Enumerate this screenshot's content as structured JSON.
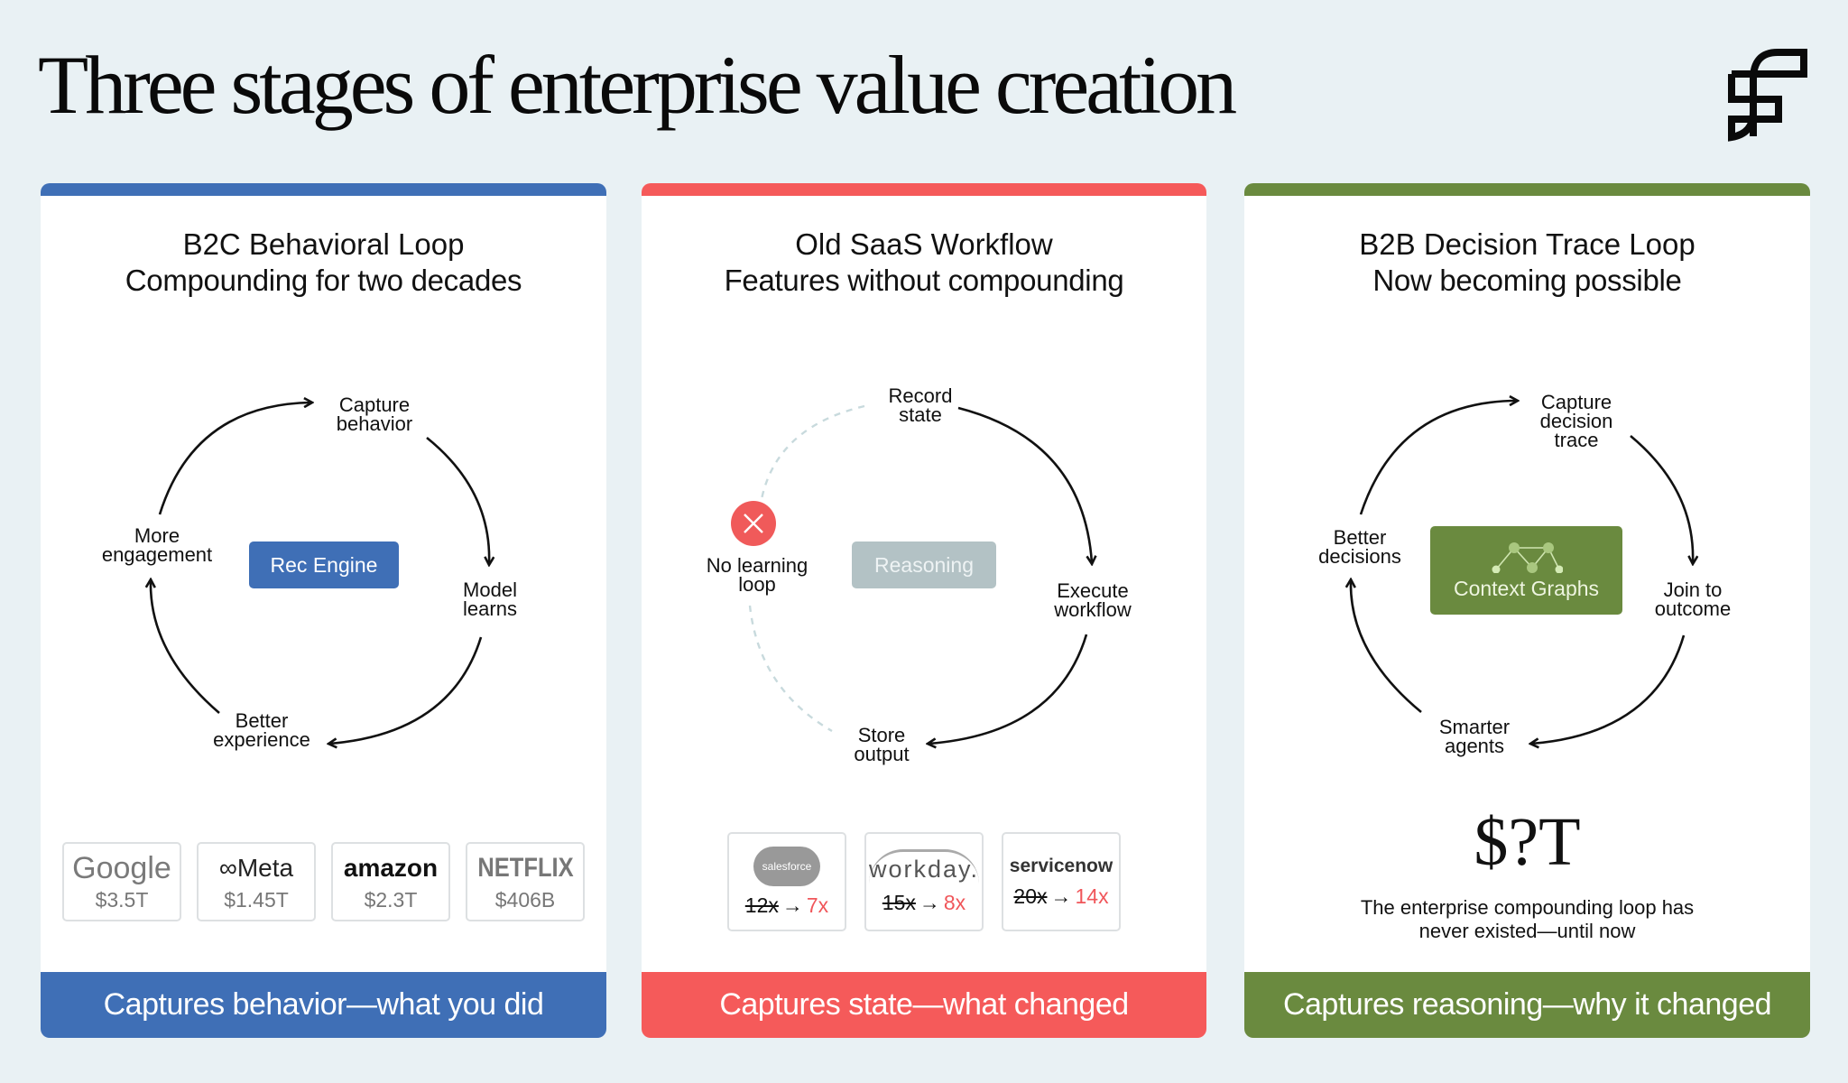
{
  "page": {
    "title": "Three stages of enterprise value creation",
    "logo_icon": "brand-logo-icon"
  },
  "colors": {
    "background": "#e9f1f4",
    "blue": "#3f6fb6",
    "red": "#f55a5a",
    "green": "#6a8a3f",
    "gray_box": "#b3c2c5",
    "dashed": "#c8dadd"
  },
  "cards": [
    {
      "title": "B2C Behavioral Loop",
      "subtitle": "Compounding for two decades",
      "center_label": "Rec Engine",
      "nodes": {
        "top": [
          "Capture",
          "behavior"
        ],
        "right": [
          "Model",
          "learns"
        ],
        "bottom": [
          "Better",
          "experience"
        ],
        "left": [
          "More",
          "engagement"
        ]
      },
      "companies": [
        {
          "brand": "Google",
          "value": "$3.5T"
        },
        {
          "brand": "∞Meta",
          "value": "$1.45T"
        },
        {
          "brand": "amazon",
          "value": "$2.3T"
        },
        {
          "brand": "NETFLIX",
          "value": "$406B"
        }
      ],
      "band": "Captures behavior—what you did"
    },
    {
      "title": "Old SaaS Workflow",
      "subtitle": "Features without compounding",
      "center_label": "Reasoning",
      "nodes": {
        "top": [
          "Record",
          "state"
        ],
        "right": [
          "Execute",
          "workflow"
        ],
        "bottom": [
          "Store",
          "output"
        ],
        "left": [
          "No learning",
          "loop"
        ]
      },
      "broken_icon": "x-circle-icon",
      "companies": [
        {
          "brand": "salesforce",
          "old": "12x",
          "arrow": "→",
          "new": "7x"
        },
        {
          "brand": "workday.",
          "old": "15x",
          "arrow": "→",
          "new": "8x"
        },
        {
          "brand": "servicenow",
          "old": "20x",
          "arrow": "→",
          "new": "14x"
        }
      ],
      "band": "Captures state—what changed"
    },
    {
      "title": "B2B Decision Trace Loop",
      "subtitle": "Now becoming possible",
      "center_label": "Context Graphs",
      "center_icon": "graph-network-icon",
      "nodes": {
        "top": [
          "Capture",
          "decision",
          "trace"
        ],
        "right": [
          "Join to",
          "outcome"
        ],
        "bottom": [
          "Smarter",
          "agents"
        ],
        "left": [
          "Better",
          "decisions"
        ]
      },
      "big_value": "$?T",
      "note": [
        "The enterprise compounding loop has",
        "never existed—until now"
      ],
      "band": "Captures reasoning—why it changed"
    }
  ]
}
